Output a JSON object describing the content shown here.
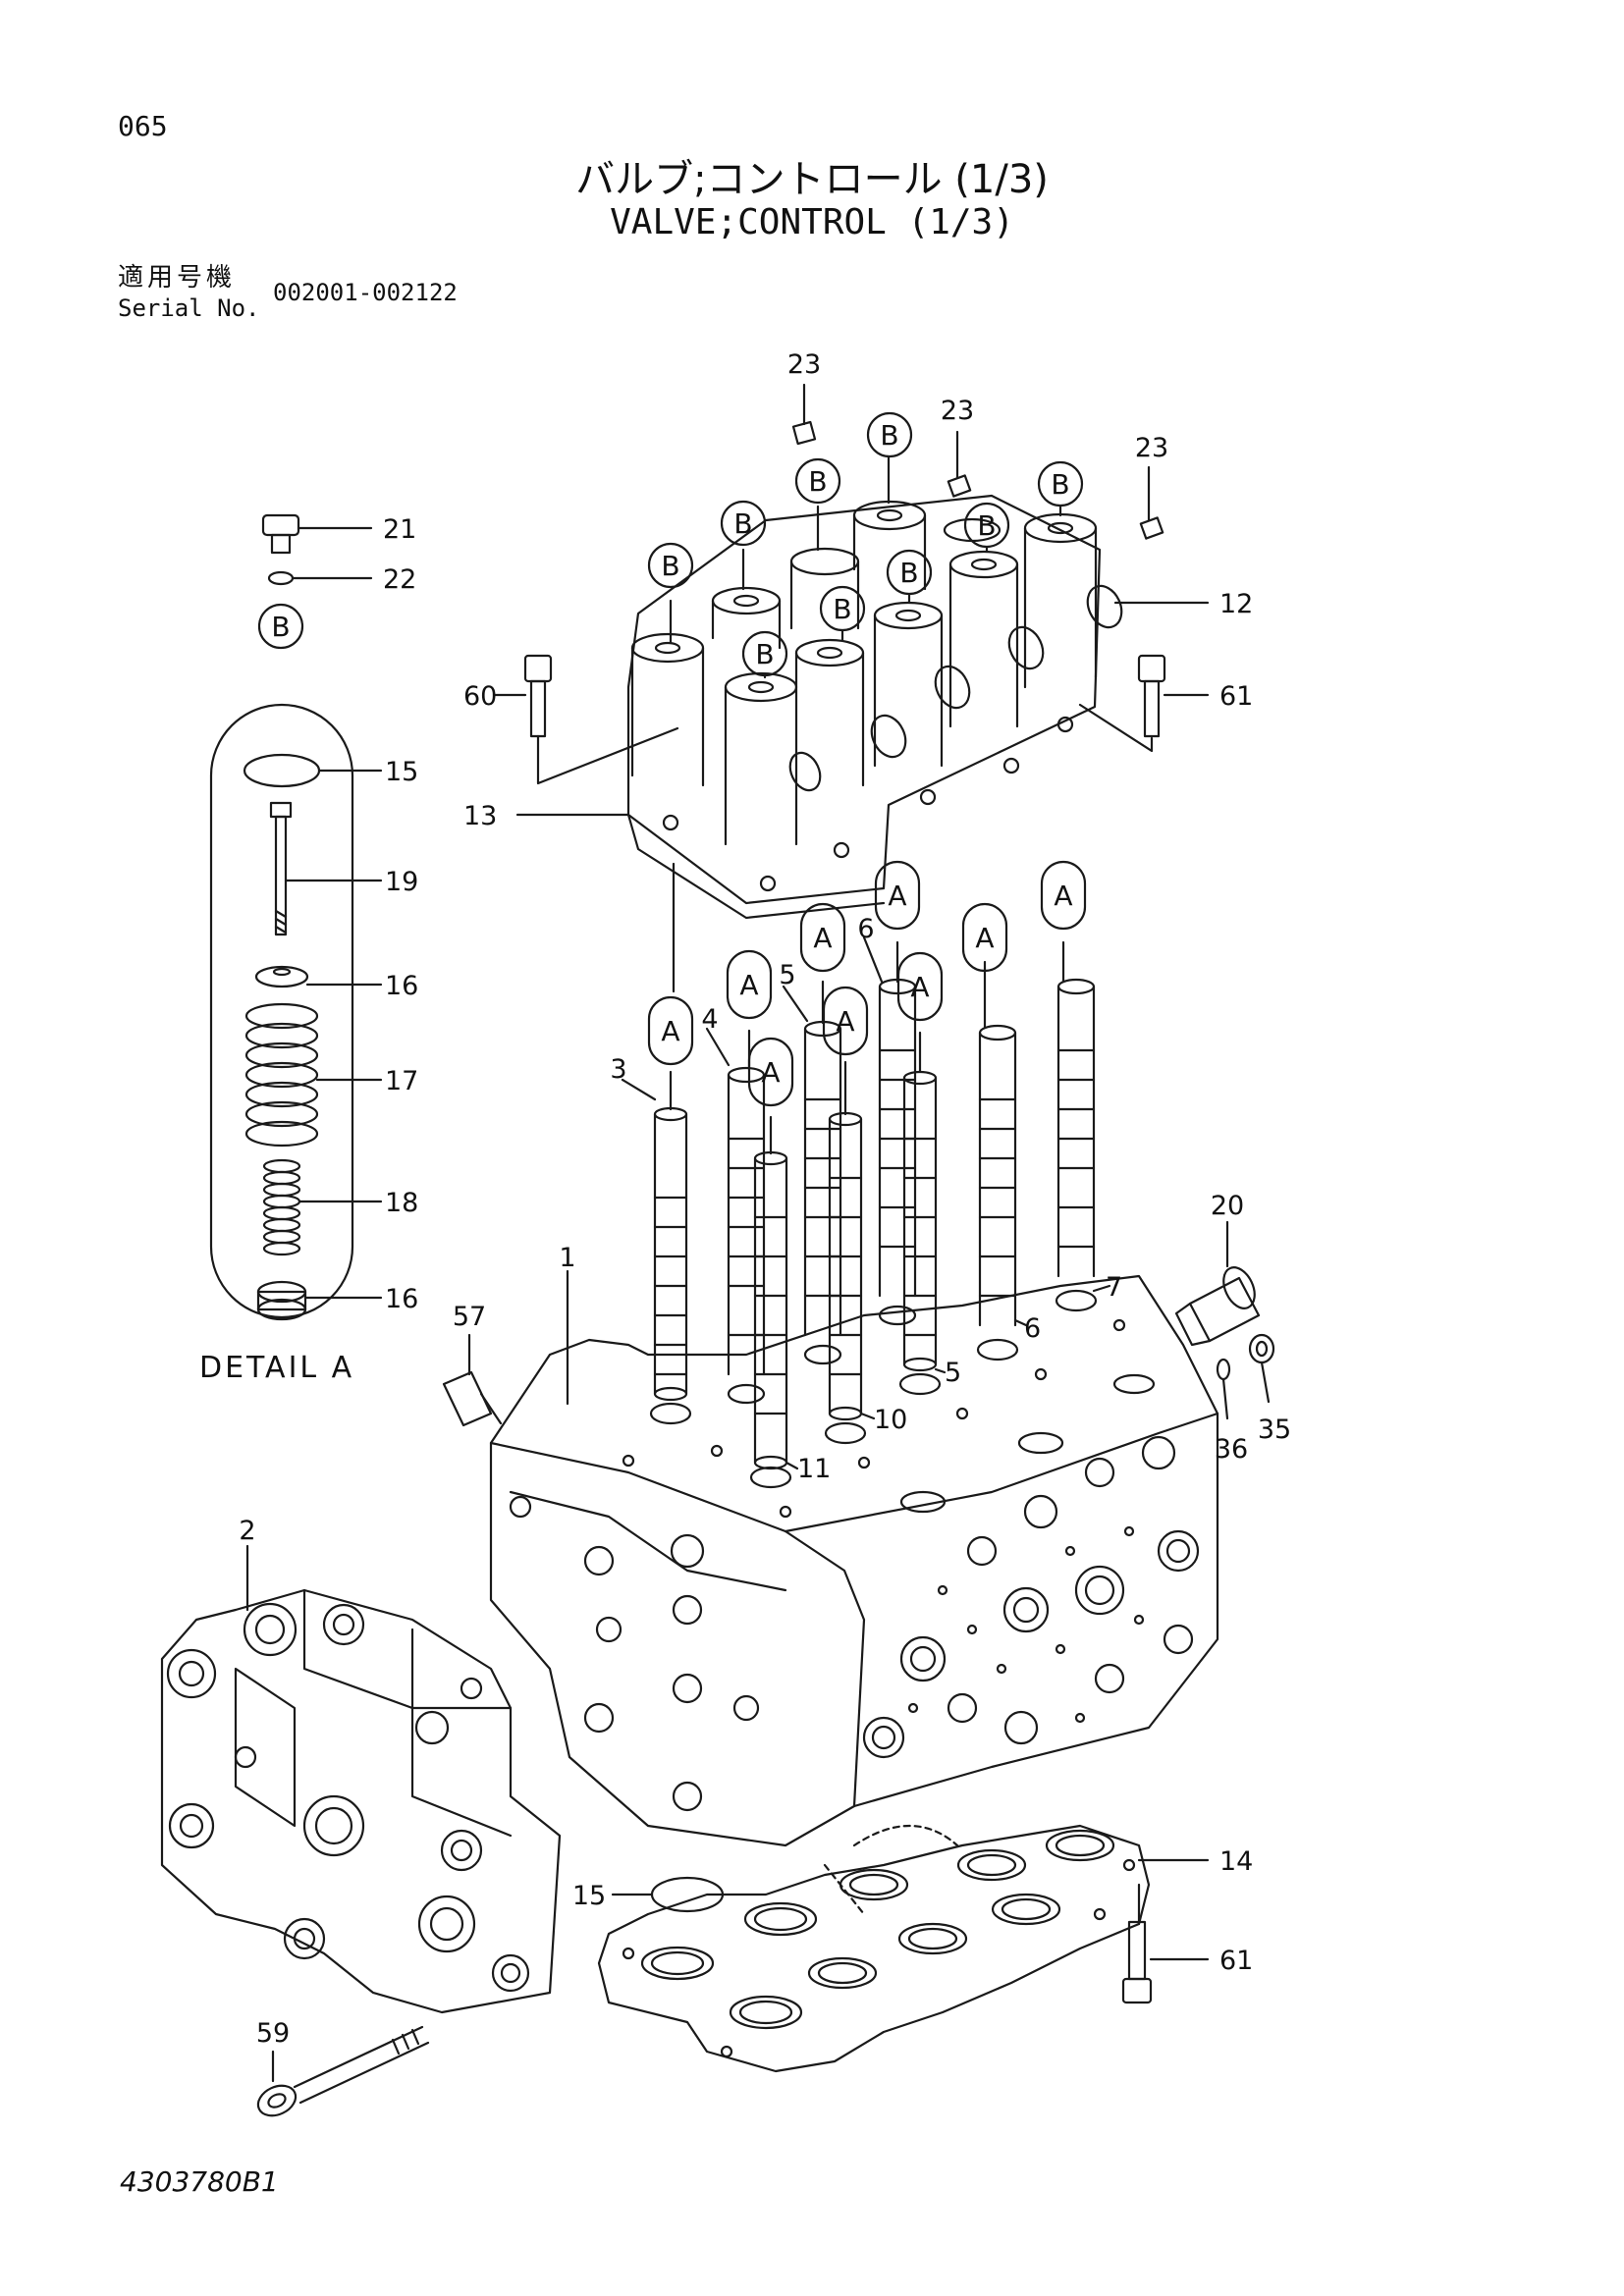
{
  "header": {
    "page_number": "065",
    "title_jp": "バルブ;コントロール (1/3)",
    "title_en": "VALVE;CONTROL (1/3)",
    "serial_label_jp": "適用号機",
    "serial_label_en": "Serial No.",
    "serial_range": "002001-002122"
  },
  "detail_label": "DETAIL A",
  "document_number": "4303780B1",
  "part_callouts": [
    "1",
    "2",
    "3",
    "4",
    "5",
    "6",
    "7",
    "10",
    "11",
    "12",
    "13",
    "14",
    "15",
    "16",
    "17",
    "18",
    "19",
    "20",
    "21",
    "22",
    "23",
    "35",
    "36",
    "57",
    "59",
    "60",
    "61"
  ],
  "reference_markers": [
    "A",
    "B"
  ],
  "colors": {
    "line": "#1a1a1a",
    "background": "#ffffff"
  }
}
